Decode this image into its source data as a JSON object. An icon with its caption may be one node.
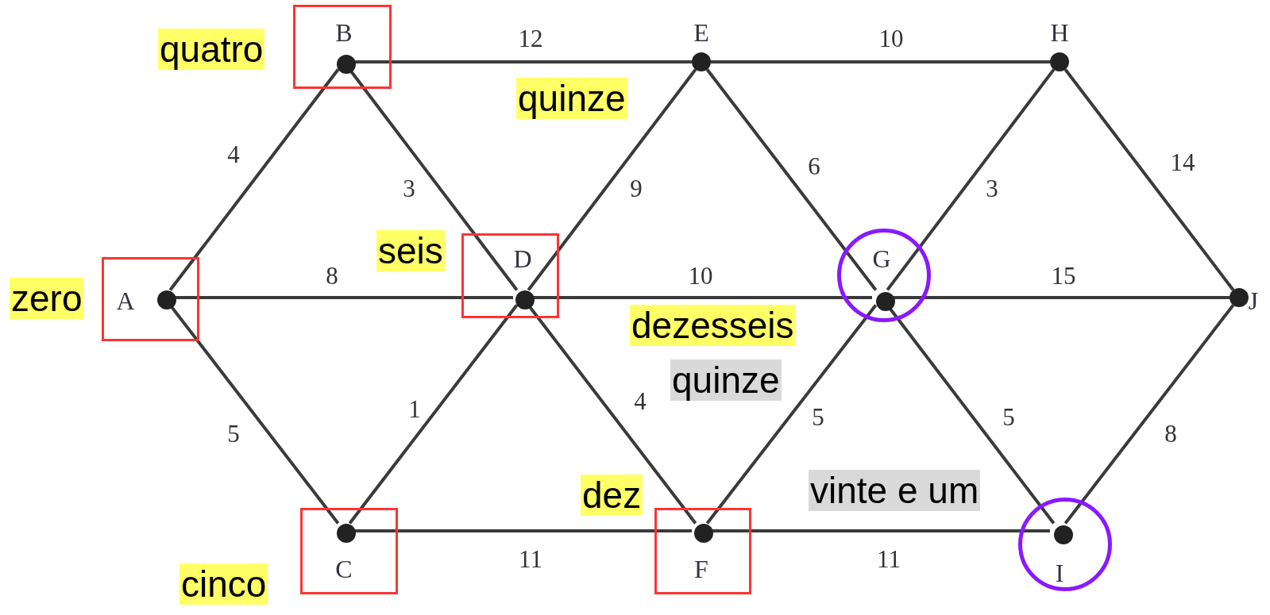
{
  "diagram": {
    "nodes": [
      {
        "text": [],
        "shape": "box"
      },
      {
        "text": [],
        "shape": "dot",
        "in": 0,
        "beside": [
          "A"
        ]
      },
      {
        "text": [],
        "shape": "box"
      },
      {
        "text": [],
        "shape": "dot",
        "in": 2,
        "beside": [
          "B"
        ]
      },
      {
        "text": [],
        "shape": "box"
      },
      {
        "text": [],
        "shape": "dot",
        "in": 4,
        "beside": [
          "C"
        ]
      },
      {
        "text": [],
        "shape": "box"
      },
      {
        "text": [],
        "shape": "dot",
        "in": 6,
        "beside": [
          "D"
        ]
      },
      {
        "text": [],
        "shape": "dot",
        "beside": [
          "E"
        ]
      },
      {
        "text": [],
        "shape": "box"
      },
      {
        "text": [],
        "shape": "dot",
        "in": 9,
        "beside": [
          "F"
        ]
      },
      {
        "text": [],
        "shape": "circle"
      },
      {
        "text": [],
        "shape": "dot",
        "in": 11,
        "beside": [
          "G"
        ]
      },
      {
        "text": [],
        "shape": "dot",
        "beside": [
          "H"
        ]
      },
      {
        "text": [],
        "shape": "circle"
      },
      {
        "text": [],
        "shape": "dot",
        "in": 14,
        "beside": [
          "I"
        ]
      },
      {
        "text": [],
        "shape": "dot",
        "beside": [
          "J"
        ]
      }
    ],
    "edges": [
      {
        "from": 1,
        "to": 3,
        "arrow": "none",
        "label": "4"
      },
      {
        "from": 1,
        "to": 7,
        "arrow": "none",
        "label": "8"
      },
      {
        "from": 1,
        "to": 5,
        "arrow": "none",
        "label": "5"
      },
      {
        "from": 3,
        "to": 8,
        "arrow": "none",
        "label": "12"
      },
      {
        "from": 3,
        "to": 7,
        "arrow": "none",
        "label": "3"
      },
      {
        "from": 5,
        "to": 7,
        "arrow": "none",
        "label": "1"
      },
      {
        "from": 5,
        "to": 10,
        "arrow": "none",
        "label": "11"
      },
      {
        "from": 7,
        "to": 8,
        "arrow": "none",
        "label": "9"
      },
      {
        "from": 7,
        "to": 12,
        "arrow": "none",
        "label": "10"
      },
      {
        "from": 7,
        "to": 10,
        "arrow": "none",
        "label": "4"
      },
      {
        "from": 8,
        "to": 13,
        "arrow": "none",
        "label": "10"
      },
      {
        "from": 8,
        "to": 12,
        "arrow": "none",
        "label": "6"
      },
      {
        "from": 10,
        "to": 12,
        "arrow": "none",
        "label": "5"
      },
      {
        "from": 10,
        "to": 15,
        "arrow": "none",
        "label": "11"
      },
      {
        "from": 12,
        "to": 13,
        "arrow": "none",
        "label": "3"
      },
      {
        "from": 12,
        "to": 16,
        "arrow": "none",
        "label": "15"
      },
      {
        "from": 12,
        "to": 15,
        "arrow": "none",
        "label": "5"
      },
      {
        "from": 13,
        "to": 16,
        "arrow": "none",
        "label": "14"
      },
      {
        "from": 15,
        "to": 16,
        "arrow": "none",
        "label": "8"
      }
    ],
    "labels": [
      "quatro",
      "quinze",
      "seis",
      "zero",
      "dezesseis",
      "quinze",
      "dez",
      "vinte e um",
      "cinco"
    ]
  }
}
